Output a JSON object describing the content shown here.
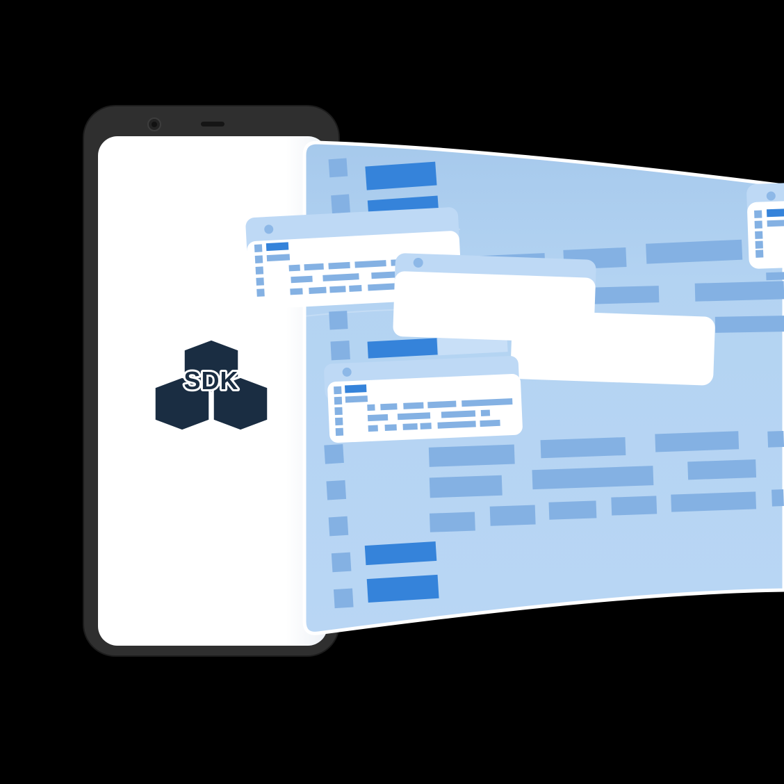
{
  "illustration": {
    "sdk_badge": {
      "label": "SDK"
    },
    "icons": {
      "sdk_cubes_icon": "three-isometric-cubes",
      "camera_icon": "front-camera-dot",
      "speaker_icon": "earpiece-slot",
      "window_dot_icon": "window-control-dot"
    },
    "palette": {
      "background": "#000000",
      "phone_frame": "#2f2f2f",
      "phone_edge": "#1c1c1c",
      "camera_ring": "#3d3d3d",
      "camera_lens": "#121212",
      "speaker": "#151515",
      "screen": "#ffffff",
      "screen_shade": "#edf1f6",
      "sheet_top": "#a6c9ec",
      "sheet_mid": "#b3d3f2",
      "sheet_bottom": "#b9d6f4",
      "bar_medium": "#84b1e3",
      "bar_bright": "#3583da",
      "bar_light": "#c8dff7",
      "card": "#ffffff",
      "card_titlebar": "#bed9f5",
      "card_dot": "#8db8e7",
      "icon_navy": "#1a2d42",
      "outline": "#ffffff"
    }
  }
}
